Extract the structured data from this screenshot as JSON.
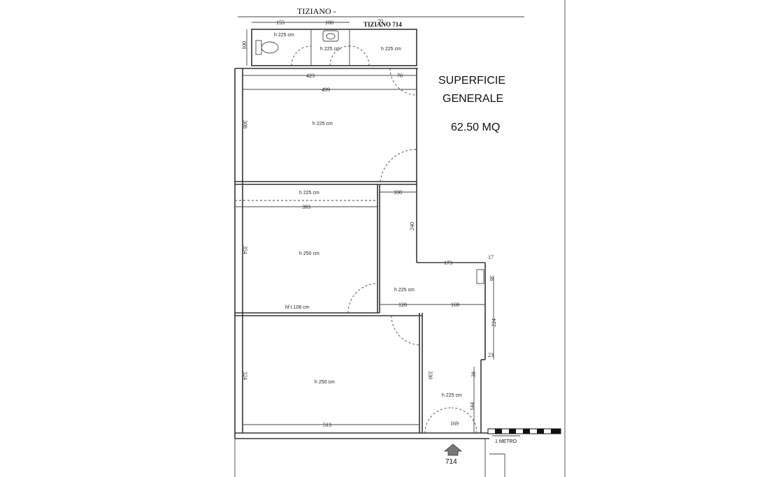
{
  "header": {
    "street": "TIZIANO -",
    "unit": "TIZIANO 714"
  },
  "summary": {
    "line1": "SUPERFICIE",
    "line2": "GENERALE",
    "area": "62.50 MQ"
  },
  "rooms": {
    "wc_left": "h 225 cm",
    "wc_mid": "h 225 cm",
    "wc_right": "h 225 cm",
    "main_room": "h 225 cm",
    "corridor_band": "h 225 cm",
    "middle_room": "h 250 cm",
    "hall": "h 225 cm",
    "hft_note": "hf t 106 cm",
    "bottom_room": "h 250 cm",
    "entry": "h 225 cm"
  },
  "dimensions": {
    "d155": "155",
    "d100_top": "100",
    "d70_top": "70",
    "d100_side": "100",
    "d423": "423",
    "d70": "70",
    "d499": "499",
    "d308": "308",
    "d100": "100",
    "d393": "393",
    "d240": "240",
    "d354": "354",
    "d173": "173",
    "d17": "17",
    "d38_top": "38",
    "d120": "120",
    "d169_mid": "169",
    "d224": "224",
    "d23": "23",
    "d324": "324",
    "d330": "330",
    "d38_low": "38",
    "d144": "144",
    "d513": "513",
    "d169_low": "169"
  },
  "scale": {
    "label": "1 METRO"
  },
  "entrance": {
    "number": "714"
  }
}
